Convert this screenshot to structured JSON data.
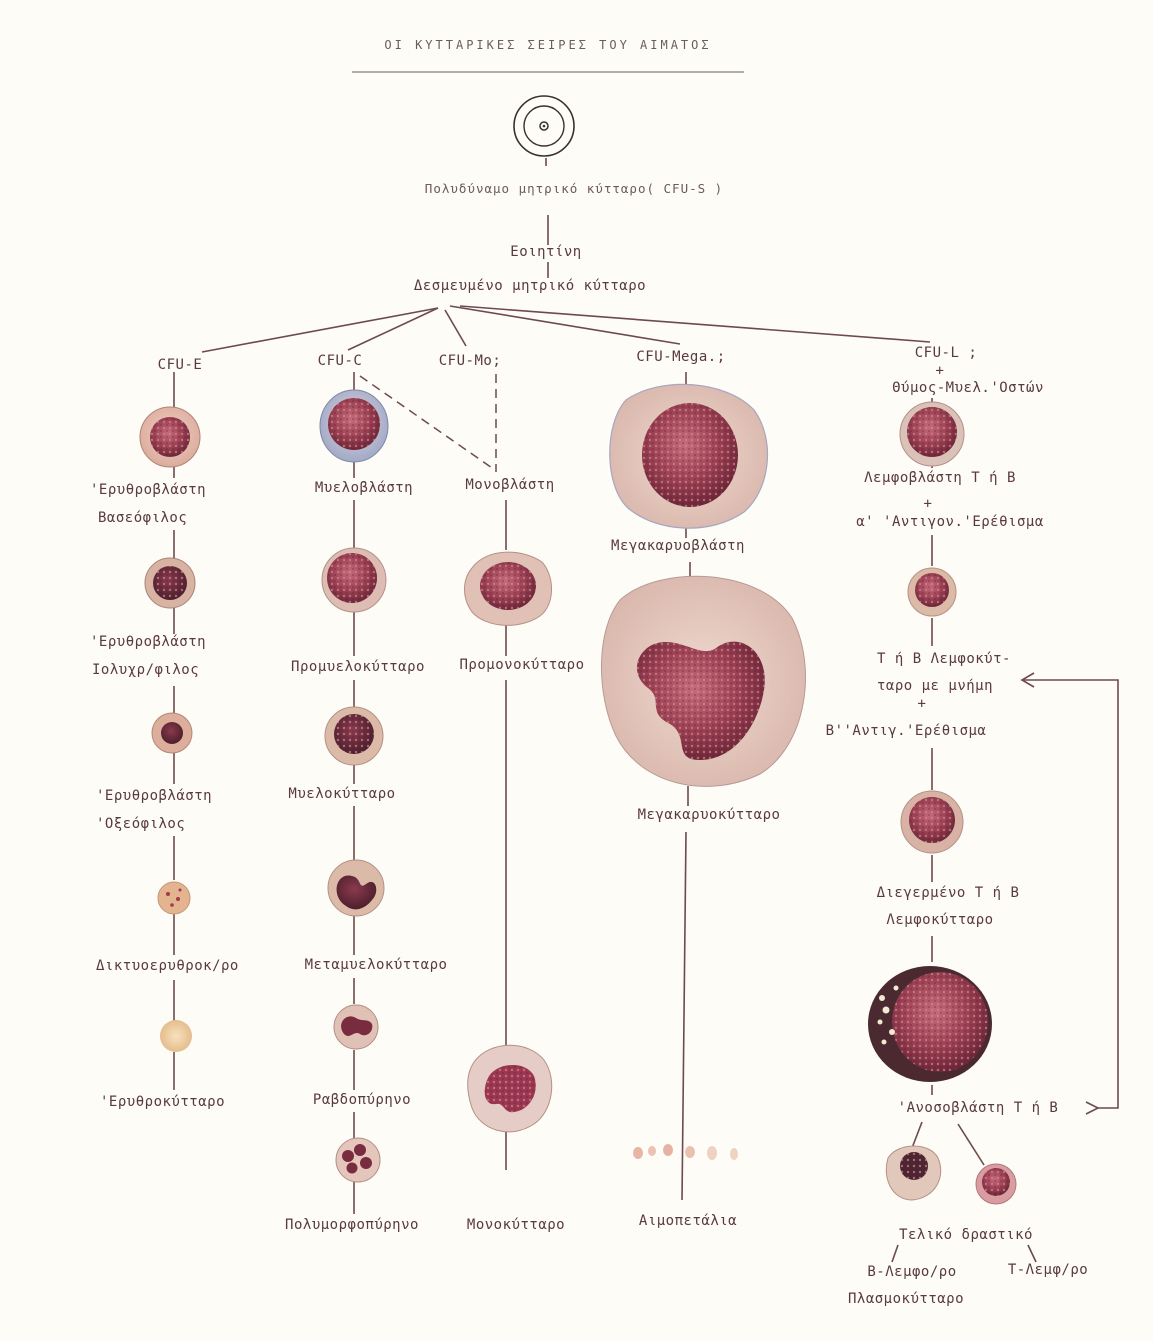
{
  "title": "ΟΙ ΚΥΤΤΑΡΙΚΕΣ ΣΕΙΡΕΣ ΤΟΥ ΑΙΜΑΤΟΣ",
  "stem": {
    "label": "Πολυδύναμο μητρικό κύτταρο( CFU-S )",
    "factor": "Eoιητίνη",
    "committed": "Δεσμευμένο μητρικό κύτταρο"
  },
  "columns": {
    "erythroid": {
      "header": "CFU-E",
      "cells": [
        [
          "'Ερυθροβλάστη",
          "Bασεόφιλος"
        ],
        [
          "'Ερυθροβλάστη",
          "Ιoλυχρ/φιλος"
        ],
        [
          "'Ερυθροβλάστη",
          "'Οξεόφιλος"
        ],
        [
          "Δικτυοερυθροκ/ρο"
        ],
        [
          "'Ερυθροκύτταρο"
        ]
      ]
    },
    "myeloid": {
      "header": "CFU-C",
      "cells": [
        "Μυελοβλάστη",
        "Προμυελοκύτταρο",
        "Μυελοκύτταρο",
        "Μεταμυελοκύτταρο",
        "Pαβδοπύρηνο",
        "Πολυμορφοπύρηνο"
      ]
    },
    "monocyte": {
      "header": "CFU-Mo;",
      "cells": [
        "Μονοβλάστη",
        "Προμονοκύτταρο",
        "Μονοκύτταρο"
      ]
    },
    "megakaryocyte": {
      "header": "CFU-Mega.;",
      "cells": [
        "Μεγακαρυοβλάστη",
        "Μεγακαρυοκύτταρο",
        "Αιμοπετάλια"
      ]
    },
    "lymphoid": {
      "header": [
        "CFU-L ;",
        "+",
        "Θύμος-Μυελ.'Οστών"
      ],
      "lymphoblast": "Λεμφοβλάστη Τ ή Β",
      "plus1": "+",
      "stimulus1": "α' 'Αντιγον.'Ερέθισμα",
      "memory": [
        "Τ ή Β Λεμφοκύτ-",
        "ταρο με μνήμη"
      ],
      "plus2": "+",
      "stimulus2": "Β''Αντιγ.'Ερέθισμα",
      "activated": [
        "Διεγερμένο Τ ή Β",
        "Λεμφοκύτταρο"
      ],
      "immunoblast": "'Ανοσοβλάστη Τ ή Β",
      "effector": "Τελικό δραστικό",
      "b_cell": [
        "Β-Λεμφο/ρο",
        "Πλασμοκύτταρο"
      ],
      "t_cell": "Τ-Λεμφ/ρο"
    }
  }
}
